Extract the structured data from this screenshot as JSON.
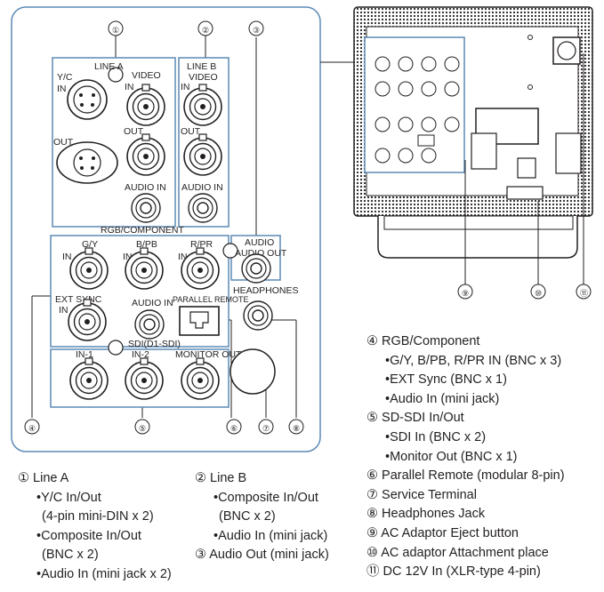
{
  "panel": {
    "callouts": [
      "①",
      "②",
      "③",
      "④",
      "⑤",
      "⑥",
      "⑦",
      "⑧",
      "⑨",
      "⑩",
      "⑪"
    ],
    "line_a": {
      "title": "LINE A",
      "yc_in": "Y/C",
      "yc_in2": "IN",
      "out": "OUT",
      "video": "VIDEO",
      "in": "IN",
      "out2": "OUT",
      "audio_in": "AUDIO IN"
    },
    "line_b": {
      "title": "LINE B",
      "video": "VIDEO",
      "in": "IN",
      "out": "OUT",
      "audio_in": "AUDIO IN"
    },
    "rgb": {
      "title": "RGB/COMPONENT",
      "gy": "G/Y",
      "bpb": "B/PB",
      "rpr": "R/PR",
      "in1": "IN",
      "in2": "IN",
      "in3": "IN",
      "ext_sync": "EXT SYNC",
      "in4": "IN",
      "audio_in": "AUDIO IN"
    },
    "audio": {
      "title": "AUDIO",
      "audio_out": "AUDIO OUT"
    },
    "sdi": {
      "title": "SDI(D1-SDI)",
      "in1": "IN-1",
      "in2": "IN-2",
      "monitor_out": "MONITOR OUT"
    },
    "parallel_remote": "PARALLEL REMOTE",
    "headphones": "HEADPHONES"
  },
  "legend_left": {
    "r1": "① Line A",
    "r2": "Y/C In/Out",
    "r3": "(4-pin mini-DIN x 2)",
    "r4": "Composite In/Out",
    "r5": "(BNC x 2)",
    "r6": "Audio In (mini jack x 2)"
  },
  "legend_mid": {
    "r1": "② Line B",
    "r2": "Composite In/Out",
    "r3": "(BNC x 2)",
    "r4": "Audio In (mini jack)",
    "r5": "③ Audio Out (mini jack)"
  },
  "legend_right": {
    "r1": "④ RGB/Component",
    "r2": "G/Y, B/PB, R/PR IN (BNC x 3)",
    "r3": "EXT Sync (BNC x 1)",
    "r4": "Audio In (mini jack)",
    "r5": "⑤ SD-SDI In/Out",
    "r6": "SDI In (BNC x 2)",
    "r7": "Monitor Out (BNC x 1)",
    "r8": "⑥ Parallel Remote (modular 8-pin)",
    "r9": "⑦ Service Terminal",
    "r10": "⑧ Headphones Jack",
    "r11": "⑨ AC Adaptor Eject button",
    "r12": "⑩ AC adaptor Attachment place",
    "r13": "⑪ DC 12V In (XLR-type 4-pin)"
  }
}
